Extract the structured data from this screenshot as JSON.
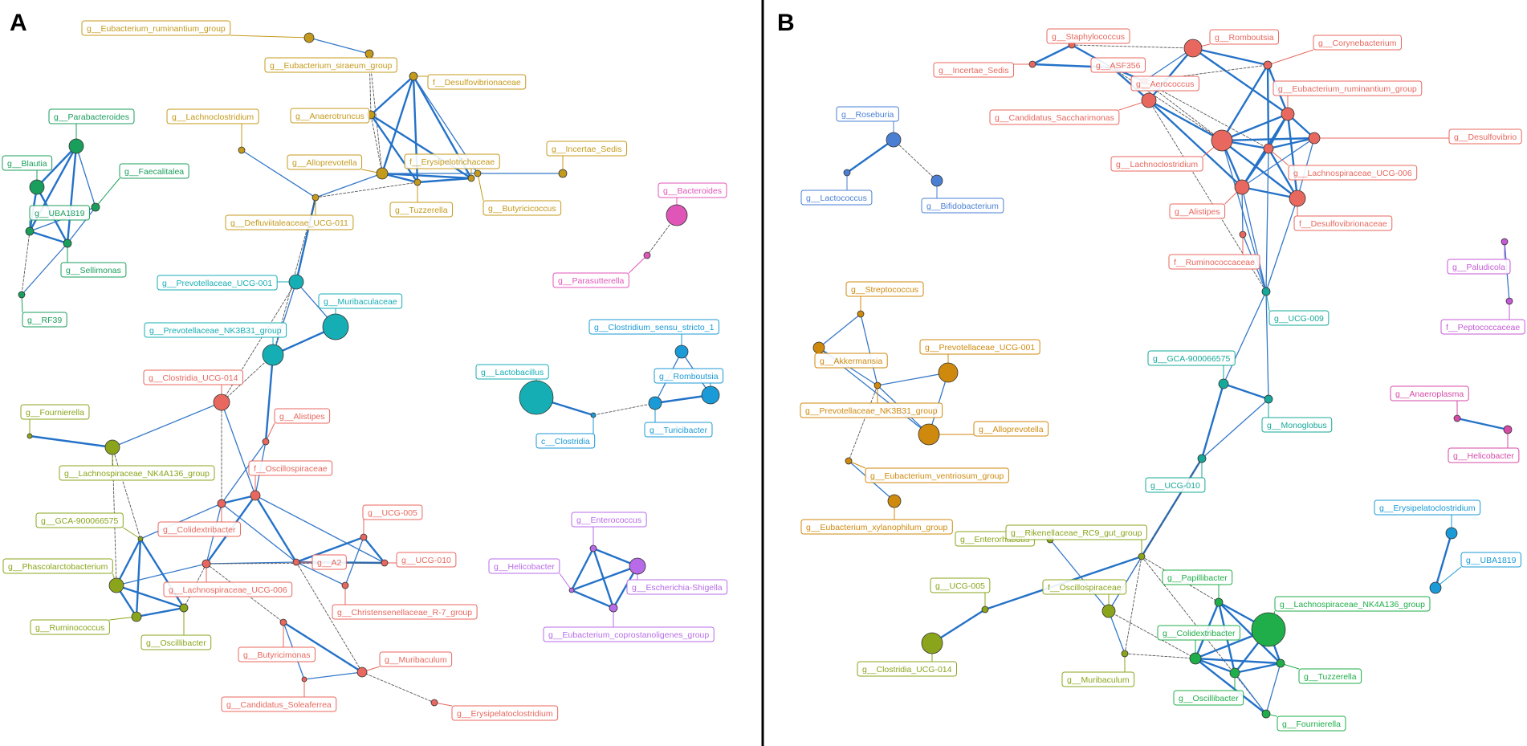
{
  "panels": [
    {
      "letter": "A",
      "nodes": [
        {
          "id": "a1",
          "label": "g__Eubacterium_ruminantium_group",
          "color": "#c49a1c"
        },
        {
          "id": "a2",
          "label": "g__Eubacterium_siraeum_group",
          "color": "#c49a1c"
        },
        {
          "id": "a3",
          "label": "f__Desulfovibrionaceae",
          "color": "#c49a1c"
        },
        {
          "id": "a4",
          "label": "g__Lachnoclostridium",
          "color": "#c49a1c"
        },
        {
          "id": "a5",
          "label": "g__Anaerotruncus",
          "color": "#c49a1c"
        },
        {
          "id": "a6",
          "label": "g__Alloprevotella",
          "color": "#c49a1c"
        },
        {
          "id": "a7",
          "label": "f__Erysipelotrichaceae",
          "color": "#c49a1c"
        },
        {
          "id": "a8",
          "label": "g__Incertae_Sedis",
          "color": "#c49a1c"
        },
        {
          "id": "a9",
          "label": "g__Tuzzerella",
          "color": "#c49a1c"
        },
        {
          "id": "a10",
          "label": "g__Butyricicoccus",
          "color": "#c49a1c"
        },
        {
          "id": "a11",
          "label": "g__Defluviitaleaceae_UCG-011",
          "color": "#c49a1c"
        },
        {
          "id": "a12",
          "label": "g__Parabacteroides",
          "color": "#1a9e5c"
        },
        {
          "id": "a13",
          "label": "g__Blautia",
          "color": "#1a9e5c"
        },
        {
          "id": "a14",
          "label": "g__Faecalitalea",
          "color": "#1a9e5c"
        },
        {
          "id": "a15",
          "label": "g__UBA1819",
          "color": "#1a9e5c"
        },
        {
          "id": "a16",
          "label": "g__Sellimonas",
          "color": "#1a9e5c"
        },
        {
          "id": "a17",
          "label": "g__RF39",
          "color": "#1a9e5c"
        },
        {
          "id": "a18",
          "label": "g__Bacteroides",
          "color": "#e056b8"
        },
        {
          "id": "a19",
          "label": "g__Parasutterella",
          "color": "#e056b8"
        },
        {
          "id": "a20",
          "label": "g__Prevotellaceae_UCG-001",
          "color": "#16aeb5"
        },
        {
          "id": "a21",
          "label": "g__Muribaculaceae",
          "color": "#16aeb5"
        },
        {
          "id": "a22",
          "label": "g__Prevotellaceae_NK3B31_group",
          "color": "#16aeb5"
        },
        {
          "id": "a23",
          "label": "g__Clostridium_sensu_stricto_1",
          "color": "#1a9ad6"
        },
        {
          "id": "a24",
          "label": "g__Lactobacillus",
          "color": "#16aeb5"
        },
        {
          "id": "a25",
          "label": "g__Romboutsia",
          "color": "#1a9ad6"
        },
        {
          "id": "a26",
          "label": "c__Clostridia",
          "color": "#1a9ad6"
        },
        {
          "id": "a27",
          "label": "g__Turicibacter",
          "color": "#1a9ad6"
        },
        {
          "id": "a28",
          "label": "g__Clostridia_UCG-014",
          "color": "#e8675e"
        },
        {
          "id": "a29",
          "label": "g__Alistipes",
          "color": "#e8675e"
        },
        {
          "id": "a30",
          "label": "g__Fournierella",
          "color": "#8aa51c"
        },
        {
          "id": "a31",
          "label": "f__Oscillospiraceae",
          "color": "#e8675e"
        },
        {
          "id": "a32",
          "label": "g__Lachnospiraceae_NK4A136_group",
          "color": "#8aa51c"
        },
        {
          "id": "a33",
          "label": "g__UCG-005",
          "color": "#e8675e"
        },
        {
          "id": "a34",
          "label": "g__GCA-900066575",
          "color": "#8aa51c"
        },
        {
          "id": "a35",
          "label": "g__Colidextribacter",
          "color": "#e8675e"
        },
        {
          "id": "a36",
          "label": "g__Enterococcus",
          "color": "#b86be8"
        },
        {
          "id": "a37",
          "label": "g__A2",
          "color": "#e8675e"
        },
        {
          "id": "a38",
          "label": "g__UCG-010",
          "color": "#e8675e"
        },
        {
          "id": "a39",
          "label": "g__Helicobacter",
          "color": "#b86be8"
        },
        {
          "id": "a40",
          "label": "g__Phascolarctobacterium",
          "color": "#8aa51c"
        },
        {
          "id": "a41",
          "label": "g__Escherichia-Shigella",
          "color": "#b86be8"
        },
        {
          "id": "a42",
          "label": "g__Lachnospiraceae_UCG-006",
          "color": "#e8675e"
        },
        {
          "id": "a43",
          "label": "g__Christensenellaceae_R-7_group",
          "color": "#e8675e"
        },
        {
          "id": "a44",
          "label": "g__Ruminococcus",
          "color": "#8aa51c"
        },
        {
          "id": "a45",
          "label": "g__Oscillibacter",
          "color": "#8aa51c"
        },
        {
          "id": "a46",
          "label": "g__Eubacterium_coprostanoligenes_group",
          "color": "#b86be8"
        },
        {
          "id": "a47",
          "label": "g__Butyricimonas",
          "color": "#e8675e"
        },
        {
          "id": "a48",
          "label": "g__Muribaculum",
          "color": "#e8675e"
        },
        {
          "id": "a49",
          "label": "g__Candidatus_Soleaferrea",
          "color": "#e8675e"
        },
        {
          "id": "a50",
          "label": "g__Erysipelatoclostridium",
          "color": "#e8675e"
        }
      ]
    },
    {
      "letter": "B",
      "nodes": [
        {
          "id": "b1",
          "label": "g__Staphylococcus",
          "color": "#e8675e"
        },
        {
          "id": "b2",
          "label": "g__Romboutsia",
          "color": "#e8675e"
        },
        {
          "id": "b3",
          "label": "g__Corynebacterium",
          "color": "#e8675e"
        },
        {
          "id": "b4",
          "label": "g__Incertae_Sedis",
          "color": "#e8675e"
        },
        {
          "id": "b5",
          "label": "g__ASF356",
          "color": "#e8675e"
        },
        {
          "id": "b6",
          "label": "g__Aerococcus",
          "color": "#e8675e"
        },
        {
          "id": "b7",
          "label": "g__Eubacterium_ruminantium_group",
          "color": "#e8675e"
        },
        {
          "id": "b8",
          "label": "g__Candidatus_Saccharimonas",
          "color": "#e8675e"
        },
        {
          "id": "b9",
          "label": "g__Desulfovibrio",
          "color": "#e8675e"
        },
        {
          "id": "b10",
          "label": "g__Lachnoclostridium",
          "color": "#e8675e"
        },
        {
          "id": "b11",
          "label": "g__Lachnospiraceae_UCG-006",
          "color": "#e8675e"
        },
        {
          "id": "b12",
          "label": "g__Alistipes",
          "color": "#e8675e"
        },
        {
          "id": "b13",
          "label": "f__Desulfovibrionaceae",
          "color": "#e8675e"
        },
        {
          "id": "b14",
          "label": "f__Ruminococcaceae",
          "color": "#e8675e"
        },
        {
          "id": "b15",
          "label": "g__Roseburia",
          "color": "#4a7fd4"
        },
        {
          "id": "b16",
          "label": "g__Lactococcus",
          "color": "#4a7fd4"
        },
        {
          "id": "b17",
          "label": "g__Bifidobacterium",
          "color": "#4a7fd4"
        },
        {
          "id": "b18",
          "label": "g__Paludicola",
          "color": "#c45ad6"
        },
        {
          "id": "b19",
          "label": "f__Peptococcaceae",
          "color": "#c45ad6"
        },
        {
          "id": "b20",
          "label": "g__Streptococcus",
          "color": "#cf8a0e"
        },
        {
          "id": "b21",
          "label": "g__Akkermansia",
          "color": "#cf8a0e"
        },
        {
          "id": "b22",
          "label": "g__Prevotellaceae_UCG-001",
          "color": "#cf8a0e"
        },
        {
          "id": "b23",
          "label": "g__Prevotellaceae_NK3B31_group",
          "color": "#cf8a0e"
        },
        {
          "id": "b24",
          "label": "g__Alloprevotella",
          "color": "#cf8a0e"
        },
        {
          "id": "b25",
          "label": "g__Eubacterium_ventriosum_group",
          "color": "#cf8a0e"
        },
        {
          "id": "b26",
          "label": "g__Eubacterium_xylanophilum_group",
          "color": "#cf8a0e"
        },
        {
          "id": "b27",
          "label": "g__UCG-009",
          "color": "#16a89a"
        },
        {
          "id": "b28",
          "label": "g__GCA-900066575",
          "color": "#16a89a"
        },
        {
          "id": "b29",
          "label": "g__Monoglobus",
          "color": "#16a89a"
        },
        {
          "id": "b30",
          "label": "g__UCG-010",
          "color": "#16a89a"
        },
        {
          "id": "b31",
          "label": "g__Anaeroplasma",
          "color": "#d64aa8"
        },
        {
          "id": "b32",
          "label": "g__Helicobacter",
          "color": "#d64aa8"
        },
        {
          "id": "b33",
          "label": "g__Erysipelatoclostridium",
          "color": "#1a9ad6"
        },
        {
          "id": "b34",
          "label": "g__UBA1819",
          "color": "#1a9ad6"
        },
        {
          "id": "b35",
          "label": "g__Enterorhabdus",
          "color": "#8aa51c"
        },
        {
          "id": "b36",
          "label": "g__Rikenellaceae_RC9_gut_group",
          "color": "#8aa51c"
        },
        {
          "id": "b37",
          "label": "g__UCG-005",
          "color": "#8aa51c"
        },
        {
          "id": "b38",
          "label": "f__Oscillospiraceae",
          "color": "#8aa51c"
        },
        {
          "id": "b39",
          "label": "g__Papillibacter",
          "color": "#1fae4a"
        },
        {
          "id": "b40",
          "label": "g__Lachnospiraceae_NK4A136_group",
          "color": "#1fae4a"
        },
        {
          "id": "b41",
          "label": "g__Colidextribacter",
          "color": "#1fae4a"
        },
        {
          "id": "b42",
          "label": "g__Clostridia_UCG-014",
          "color": "#8aa51c"
        },
        {
          "id": "b43",
          "label": "g__Muribaculum",
          "color": "#8aa51c"
        },
        {
          "id": "b44",
          "label": "g__Tuzzerella",
          "color": "#1fae4a"
        },
        {
          "id": "b45",
          "label": "g__Oscillibacter",
          "color": "#1fae4a"
        },
        {
          "id": "b46",
          "label": "g__Fournierella",
          "color": "#1fae4a"
        }
      ]
    }
  ]
}
